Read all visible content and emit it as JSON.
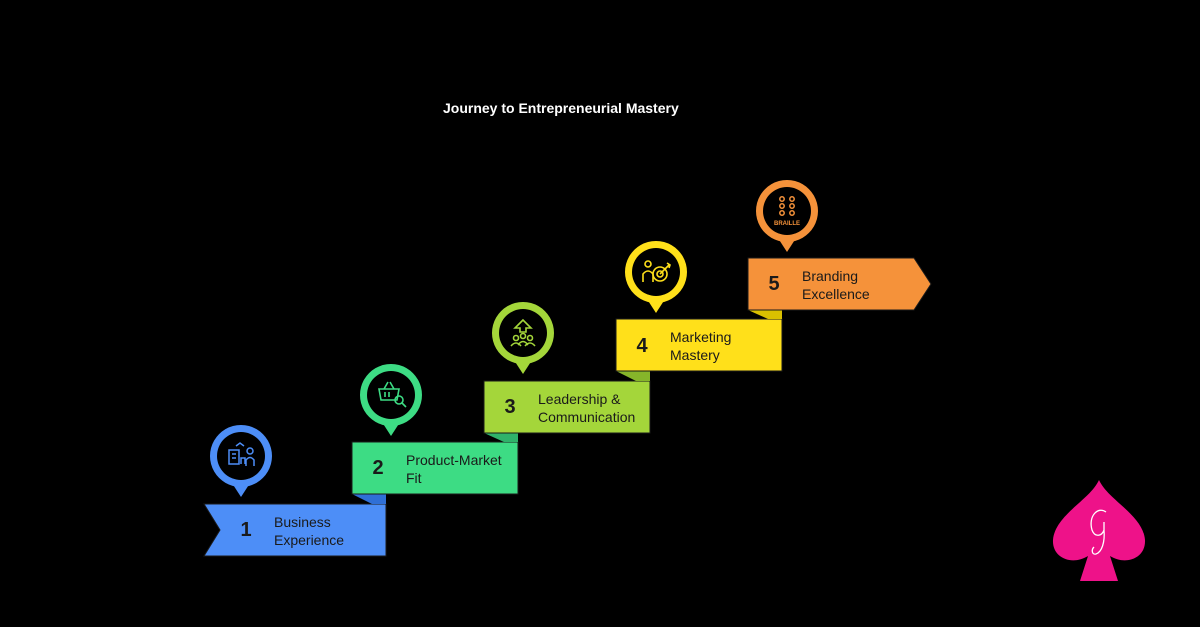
{
  "title": "Journey to Entrepreneurial Mastery",
  "steps": [
    {
      "number": "1",
      "line1": "Business",
      "line2": "Experience",
      "color": "#4d8ef7",
      "icon": "business-experience-icon"
    },
    {
      "number": "2",
      "line1": "Product-Market",
      "line2": "Fit",
      "color": "#3ddc84",
      "icon": "shopping-basket-search-icon"
    },
    {
      "number": "3",
      "line1": "Leadership &",
      "line2": "Communication",
      "color": "#a4d63a",
      "icon": "team-growth-icon"
    },
    {
      "number": "4",
      "line1": "Marketing",
      "line2": "Mastery",
      "color": "#ffe01a",
      "icon": "target-person-icon"
    },
    {
      "number": "5",
      "line1": "Branding",
      "line2": "Excellence",
      "color": "#f5923a",
      "icon": "braille-icon"
    }
  ],
  "braille_text": "BRAILLE",
  "logo": {
    "color": "#ee1289"
  }
}
